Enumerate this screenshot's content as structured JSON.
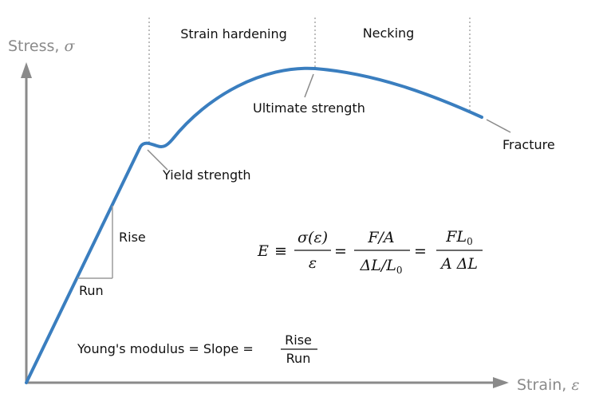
{
  "axes": {
    "y_label": "Stress, ",
    "y_symbol": "σ",
    "x_label": "Strain, ",
    "x_symbol": "ε"
  },
  "regions": {
    "strain_hardening": "Strain hardening",
    "necking": "Necking"
  },
  "annotations": {
    "yield_strength": "Yield strength",
    "ultimate_strength": "Ultimate strength",
    "fracture": "Fracture",
    "rise": "Rise",
    "run": "Run"
  },
  "slope_formula": {
    "prefix": "Young's modulus = Slope =",
    "numerator": "Rise",
    "denominator": "Run"
  },
  "modulus_equation": {
    "lhs": "E",
    "equiv": "≡",
    "frac1_num": "σ(ε)",
    "frac1_den": "ε",
    "eq1": "=",
    "frac2_num": "F/A",
    "frac2_den_a": "ΔL/L",
    "frac2_den_sub": "0",
    "eq2": "=",
    "frac3_num_a": "FL",
    "frac3_num_sub": "0",
    "frac3_den": "A ΔL"
  },
  "colors": {
    "curve": "#3a7ebf",
    "axis": "#8a8a8a",
    "guide": "#9a9a9a",
    "text": "#111111"
  }
}
